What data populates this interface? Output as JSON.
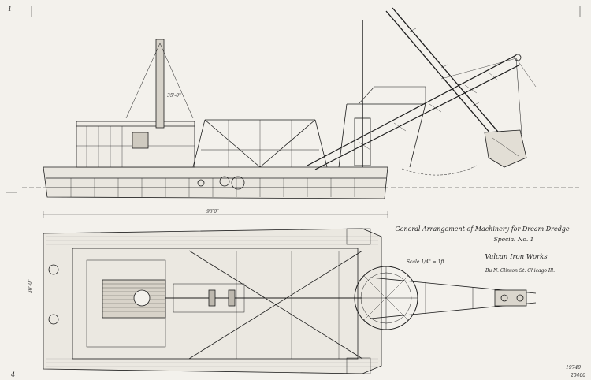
{
  "title_block": {
    "line1": "General Arrangement of Machinery for Dream Dredge",
    "line2": "Special No. 1",
    "company": "Vulcan Iron Works",
    "address": "Bu N. Clinton St. Chicago Ill.",
    "scale": "Scale 1/4\" = 1ft"
  },
  "dimensions": {
    "overall_length": "96'0\"",
    "stack_height": "35'-0\"",
    "beam": "30'-0\""
  },
  "corner_marks": {
    "top_left": "1",
    "bottom_left": "4",
    "bottom_right_a": "19740",
    "bottom_right_b": "20400"
  },
  "colors": {
    "paper": "#f3f1ec",
    "ink": "#1c1c1c",
    "shade": "#8a8a8a"
  }
}
